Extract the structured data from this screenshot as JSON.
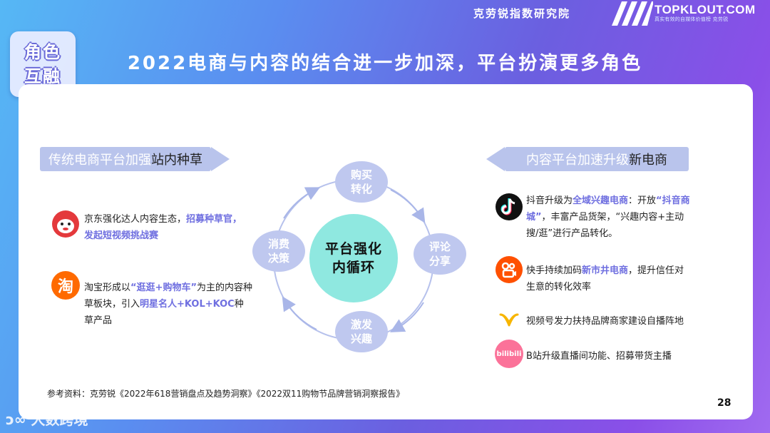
{
  "header": {
    "org": "克劳锐指数研究院",
    "brand": "TOPKLOUT.COM",
    "brand_sub": "真实有效的自媒体价值榜   克劳锐"
  },
  "tag": {
    "line1": "角色",
    "line2": "互融"
  },
  "title": "2022电商与内容的结合进一步加深，平台扮演更多角色",
  "left": {
    "label_plain": "传统电商平台加强",
    "label_dark": "站内种草",
    "items": [
      {
        "text_a": "京东强化达人内容生态，",
        "hl_a": "招募种草官，",
        "hl_b": "发起短视频挑战赛",
        "icon": "jd-mascot-icon"
      },
      {
        "text_a": "淘宝形成以",
        "hl_a": "“逛逛+购物车”",
        "text_b": "为主的内容种草板块，引入",
        "hl_b": "明星名人+KOL+KOC",
        "text_c": "种草产品",
        "icon": "taobao-icon",
        "icon_glyph": "淘"
      }
    ]
  },
  "right": {
    "label_plain": "内容平台加速升级",
    "label_dark": "新电商",
    "items": [
      {
        "text_a": "抖音升级为",
        "hl_a": "全域兴趣电商",
        "text_b": "：开放",
        "hl_b": "“抖音商城”",
        "text_c": "，丰富产品货架，“兴趣内容+主动搜/逛”进行产品转化。",
        "icon": "douyin-icon"
      },
      {
        "text_a": "快手持续加码",
        "hl_a": "新市井电商",
        "text_b": "，提升信任对生意的转化效率",
        "icon": "kuaishou-icon"
      },
      {
        "text_a": "视频号发力扶持品牌商家建设自播阵地",
        "icon": "shipinhao-icon"
      },
      {
        "text_a": "B站升级直播间功能、招募带货主播",
        "icon": "bilibili-icon",
        "icon_glyph": "bilibili"
      }
    ]
  },
  "cycle": {
    "center_line1": "平台强化",
    "center_line2": "内循环",
    "nodes": [
      {
        "l1": "购买",
        "l2": "转化"
      },
      {
        "l1": "评论",
        "l2": "分享"
      },
      {
        "l1": "激发",
        "l2": "兴趣"
      },
      {
        "l1": "消费",
        "l2": "决策"
      }
    ]
  },
  "reference": "参考资料：克劳锐《2022年618营销盘点及趋势洞察》《2022双11购物节品牌营销洞察报告》",
  "page_number": "28",
  "watermark": "大数跨境",
  "colors": {
    "highlight": "#6f6fe0",
    "label_bg": "#b9c4ec",
    "node_bg": "#bfc8ef",
    "center_bg": "#8fe8e0"
  }
}
